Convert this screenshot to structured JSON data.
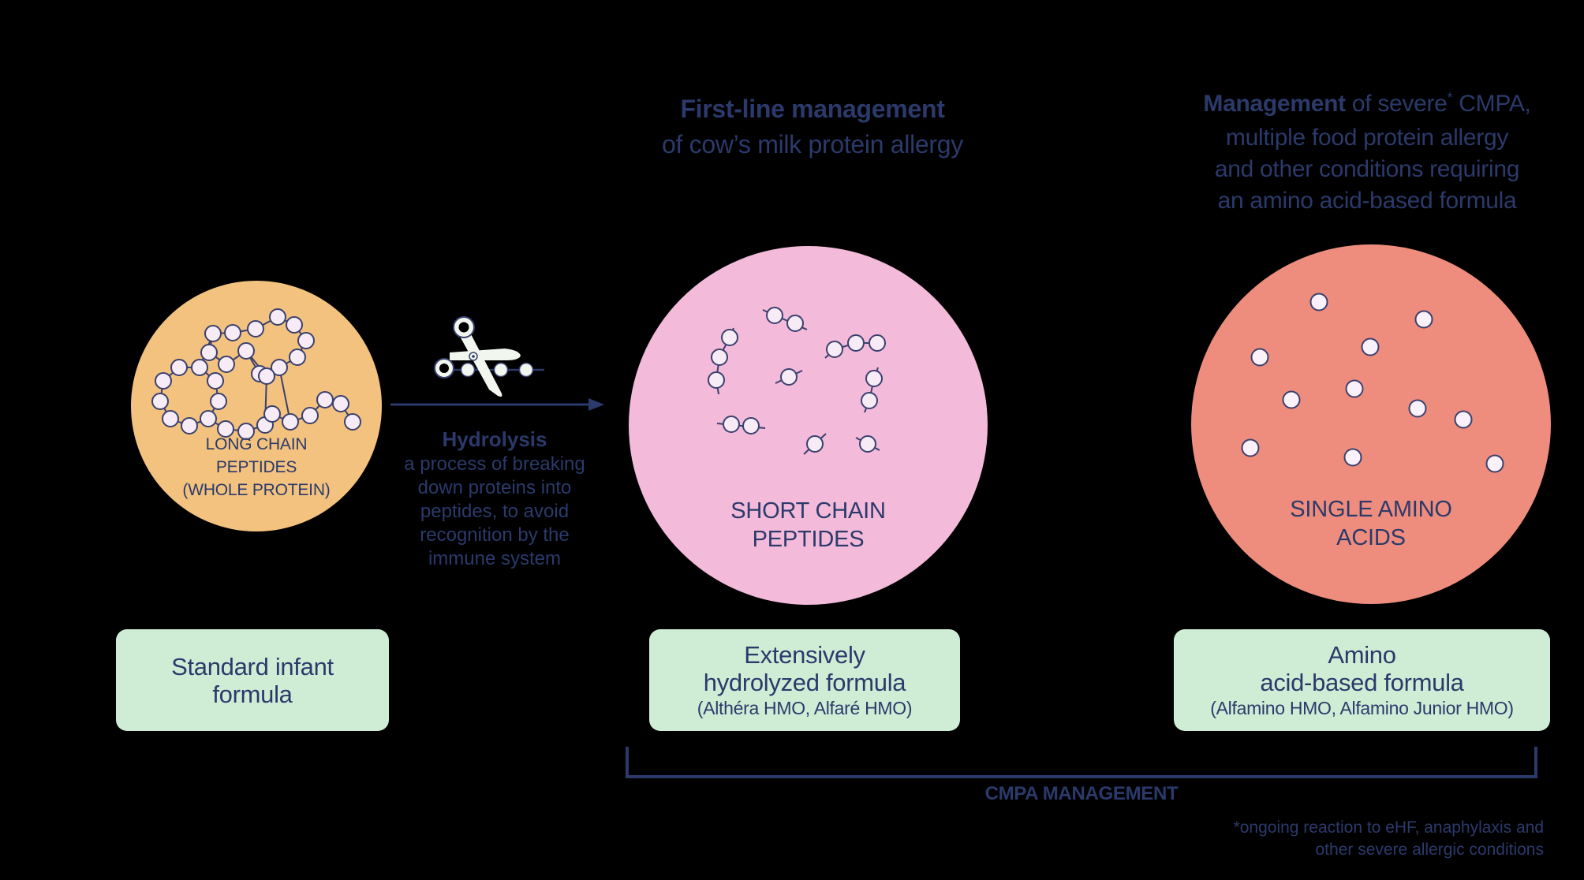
{
  "colors": {
    "background": "#000000",
    "text_navy": "#2B3A6B",
    "circle_left_orange": "#F3C27E",
    "circle_middle_pink": "#F3BADA",
    "circle_right_salmon": "#EE8D7D",
    "label_box_green": "#CFEDD5",
    "bead_fill": "#F7ECF6",
    "bead_stroke": "#3A406F",
    "scissors_fill": "#F1F7EE"
  },
  "icons": {
    "scissors": "scissors-cutting-peptide-chain-icon",
    "arrow": "right-arrow-icon"
  },
  "headers": {
    "middle": {
      "line1_bold": "First-line management",
      "line2": "of cow’s milk protein allergy"
    },
    "right": {
      "bold": "Management",
      "rest_a": " of severe",
      "star": "*",
      "rest_b": " CMPA,",
      "lines": [
        "multiple food protein allergy",
        "and other conditions requiring",
        "an amino acid-based formula"
      ]
    }
  },
  "circles": {
    "left": {
      "label_lines": [
        "LONG CHAIN",
        "PEPTIDES",
        "(WHOLE PROTEIN)"
      ]
    },
    "middle": {
      "label_lines": [
        "SHORT CHAIN",
        "PEPTIDES"
      ]
    },
    "right": {
      "label_lines": [
        "SINGLE AMINO",
        "ACIDS"
      ]
    }
  },
  "hydrolysis": {
    "title": "Hydrolysis",
    "lines": [
      "a process of breaking",
      "down proteins into",
      "peptides, to avoid",
      "recognition by the",
      "immune system"
    ]
  },
  "boxes": {
    "left": {
      "line1": "Standard infant",
      "line2": "formula"
    },
    "middle": {
      "line1": "Extensively",
      "line2": "hydrolyzed formula",
      "sub": "(Althéra HMO, Alfaré HMO)"
    },
    "right": {
      "line1": "Amino",
      "line2": "acid-based formula",
      "sub": "(Alfamino HMO, Alfamino Junior HMO)"
    }
  },
  "bracket": {
    "label": "CMPA MANAGEMENT"
  },
  "footnote": {
    "line1": "*ongoing reaction to eHF, anaphylaxis and",
    "line2": "other severe allergic conditions"
  }
}
